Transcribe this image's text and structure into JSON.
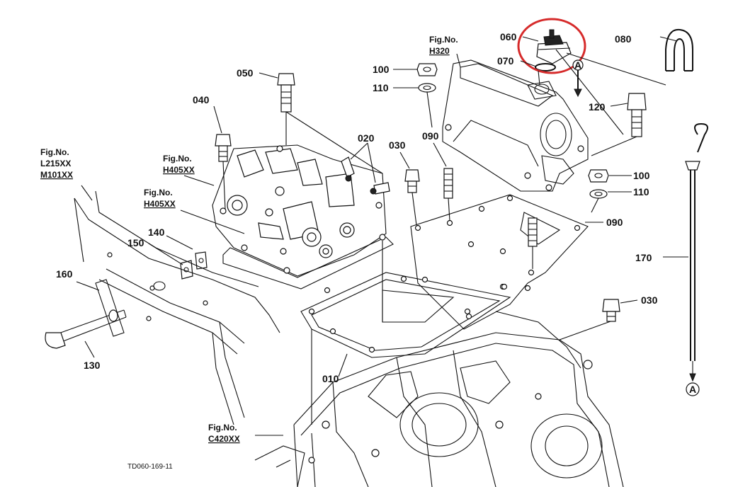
{
  "parts": {
    "p010": "010",
    "p020": "020",
    "p030a": "030",
    "p030b": "030",
    "p040": "040",
    "p050": "050",
    "p060": "060",
    "p070": "070",
    "p080": "080",
    "p090a": "090",
    "p090b": "090",
    "p100a": "100",
    "p100b": "100",
    "p110a": "110",
    "p110b": "110",
    "p120": "120",
    "p130": "130",
    "p140": "140",
    "p150": "150",
    "p160": "160",
    "p170": "170"
  },
  "fig_refs": {
    "label": "Fig.No.",
    "h320": "H320",
    "l215": "L215XX",
    "m101": "M101XX",
    "h405a": "H405XX",
    "h405b": "H405XX",
    "c420": "C420XX"
  },
  "markers": {
    "arrow_a_top": "A",
    "arrow_a_bottom": "A"
  },
  "drawing_code": "TD060-169-11",
  "colors": {
    "line": "#111111",
    "highlight": "#d62b2b",
    "background": "#ffffff"
  }
}
